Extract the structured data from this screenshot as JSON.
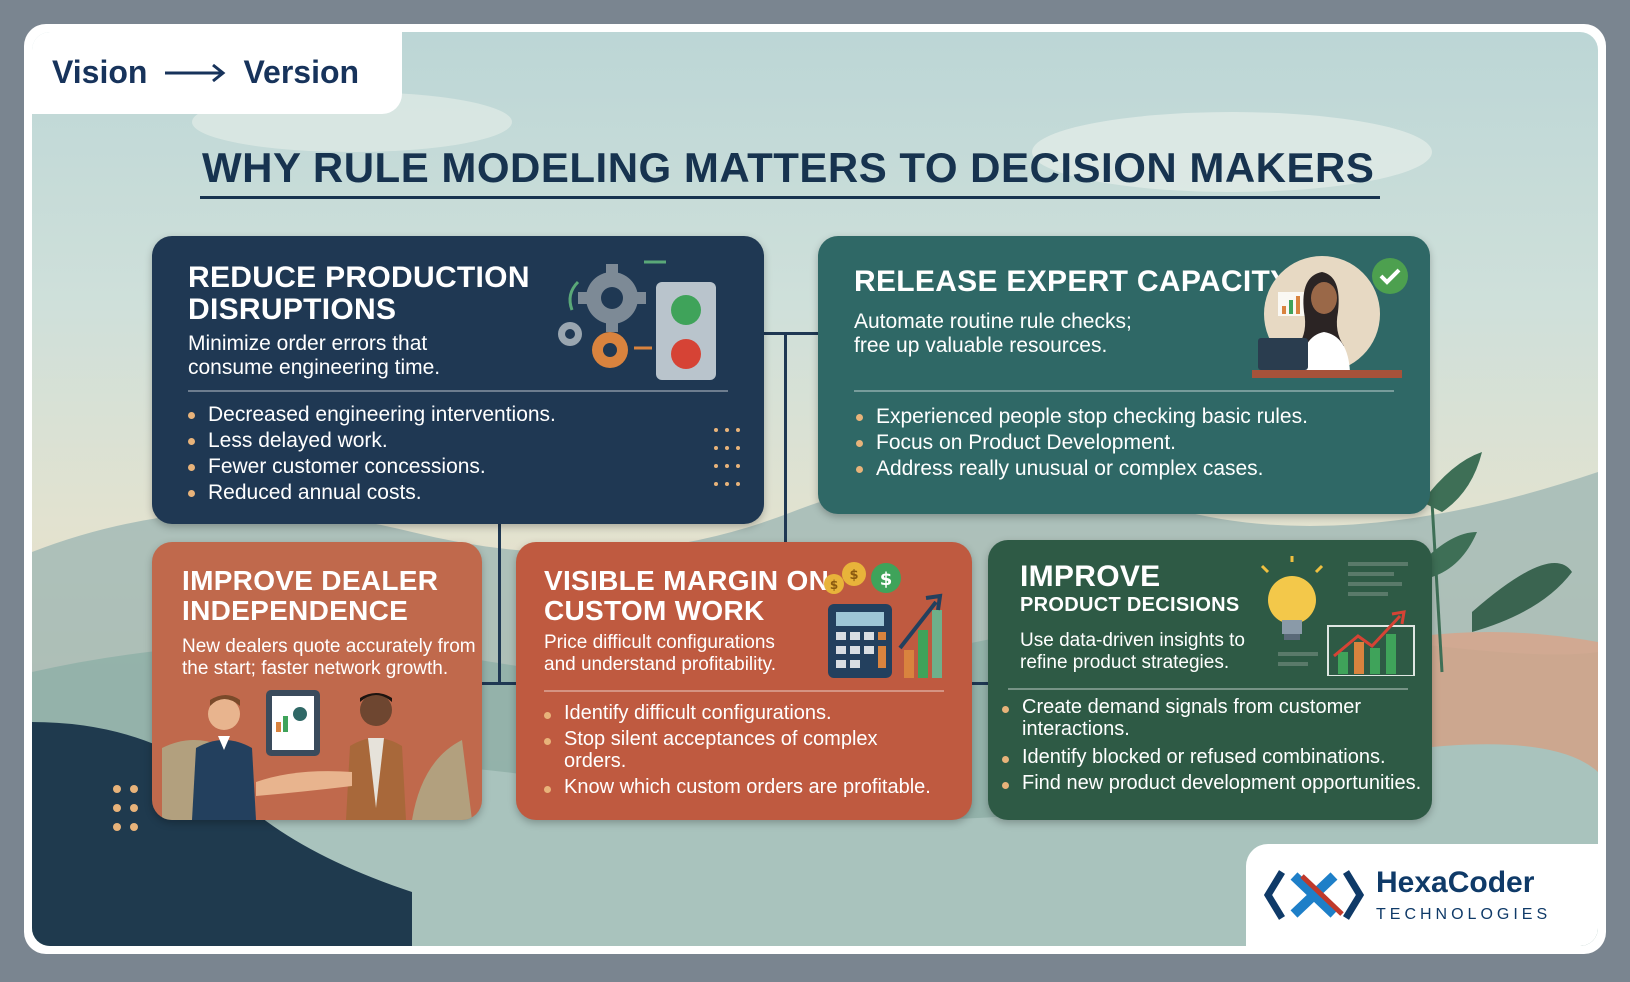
{
  "header": {
    "tab_left": "Vision",
    "tab_right": "Version",
    "title": "WHY RULE MODELING MATTERS TO DECISION MAKERS"
  },
  "cards": [
    {
      "title_line1": "REDUCE PRODUCTION",
      "title_line2": "DISRUPTIONS",
      "desc_line1": "Minimize order errors that",
      "desc_line2": "consume engineering time.",
      "bullets": [
        "Decreased engineering interventions.",
        "Less delayed work.",
        "Fewer customer concessions.",
        "Reduced annual costs."
      ]
    },
    {
      "title_line1": "RELEASE EXPERT CAPACITY",
      "desc_line1": "Automate routine rule checks;",
      "desc_line2": "free up valuable resources.",
      "bullets": [
        "Experienced people stop checking basic rules.",
        "Focus on Product Development.",
        "Address really unusual or complex cases."
      ]
    },
    {
      "title_line1": "IMPROVE DEALER",
      "title_line2": "INDEPENDENCE",
      "desc_line1": "New dealers quote accurately from",
      "desc_line2": "the start; faster network growth."
    },
    {
      "title_line1": "VISIBLE MARGIN ON",
      "title_line2": "CUSTOM WORK",
      "desc_line1": "Price difficult configurations",
      "desc_line2": "and understand profitability.",
      "bullets": [
        "Identify difficult configurations.",
        "Stop silent acceptances of complex",
        "Know which custom orders are profitable."
      ],
      "bullet2_cont": "orders."
    },
    {
      "title_line1": "IMPROVE",
      "title_line2": "PRODUCT DECISIONS",
      "desc_line1": "Use data-driven insights to",
      "desc_line2": "refine product strategies.",
      "bullets": [
        "Create demand signals from customer",
        "Identify blocked or refused combinations.",
        "Find new product development opportunities."
      ],
      "bullet1_cont": "interactions."
    }
  ],
  "logo": {
    "name": "HexaCoder",
    "tagline": "TECHNOLOGIES"
  },
  "colors": {
    "navy": "#1f3853",
    "teal": "#2f6866",
    "terracotta": "#c0694c",
    "rust": "#bf5a40",
    "forest": "#2e5a45",
    "bullet": "#e8b37a"
  },
  "icons": [
    "gears-icon",
    "traffic-light-icon",
    "checkmark-icon",
    "woman-at-laptop-icon",
    "handshake-icon",
    "calculator-icon",
    "dollar-coins-icon",
    "lightbulb-icon",
    "growth-chart-icon",
    "hexacoder-logo-icon"
  ]
}
